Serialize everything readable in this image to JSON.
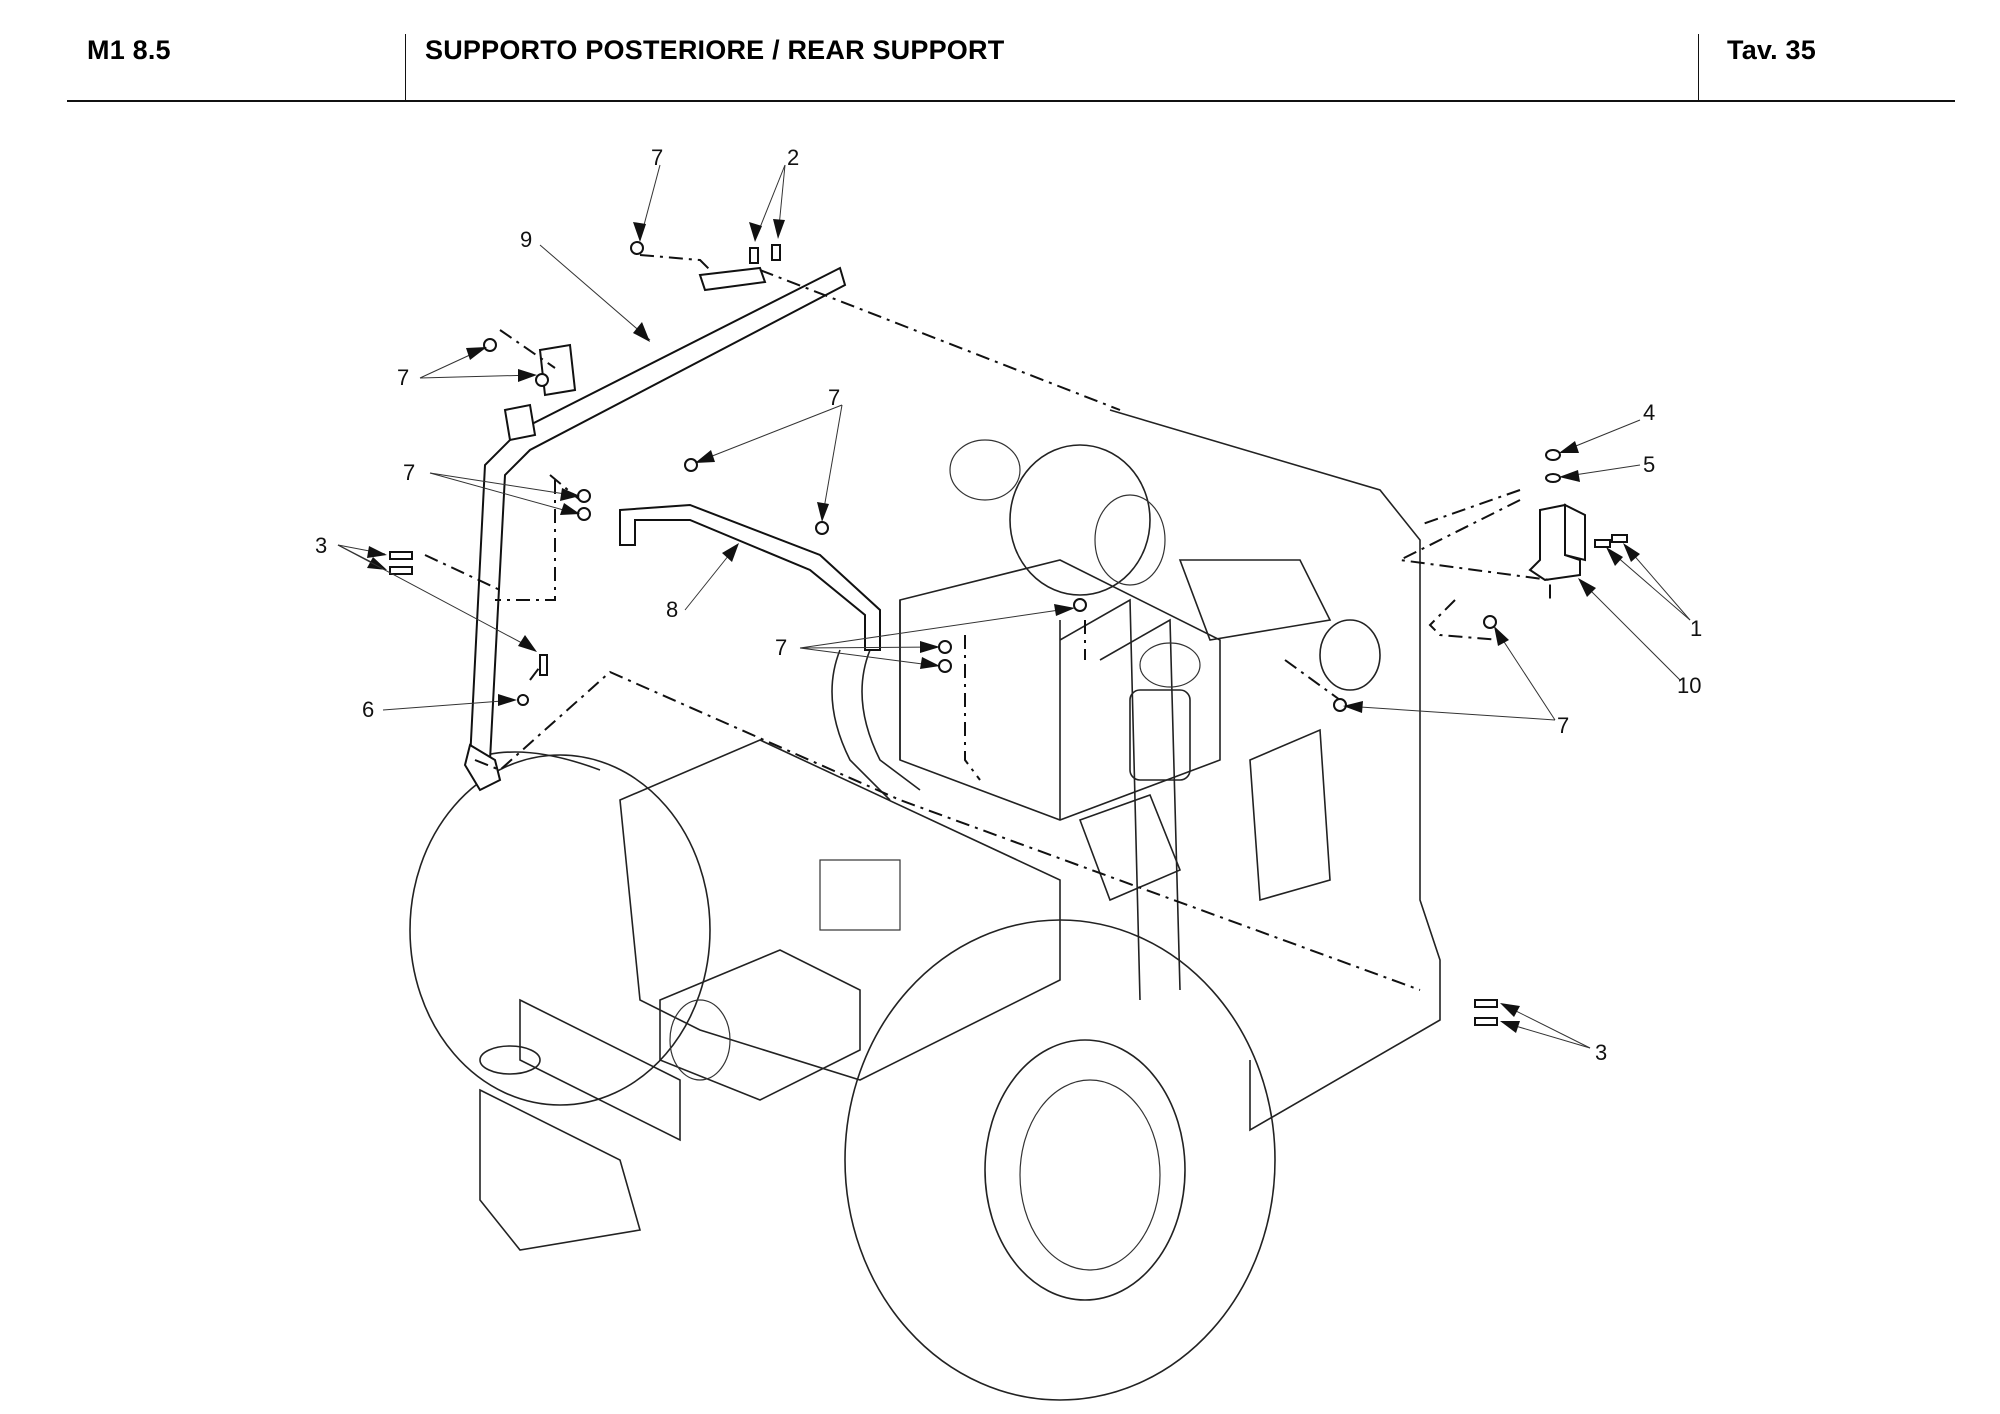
{
  "header": {
    "model": "M1 8.5",
    "title": "SUPPORTO POSTERIORE / REAR SUPPORT",
    "table_ref": "Tav.  35"
  },
  "callouts": {
    "c7_top": "7",
    "c2": "2",
    "c9": "9",
    "c7_left_upper": "7",
    "c7_mid_bar": "7",
    "c7_left_lower": "7",
    "c3_left": "3",
    "c8": "8",
    "c7_center": "7",
    "c6": "6",
    "c4": "4",
    "c5": "5",
    "c1": "1",
    "c10": "10",
    "c7_right": "7",
    "c3_right": "3"
  }
}
